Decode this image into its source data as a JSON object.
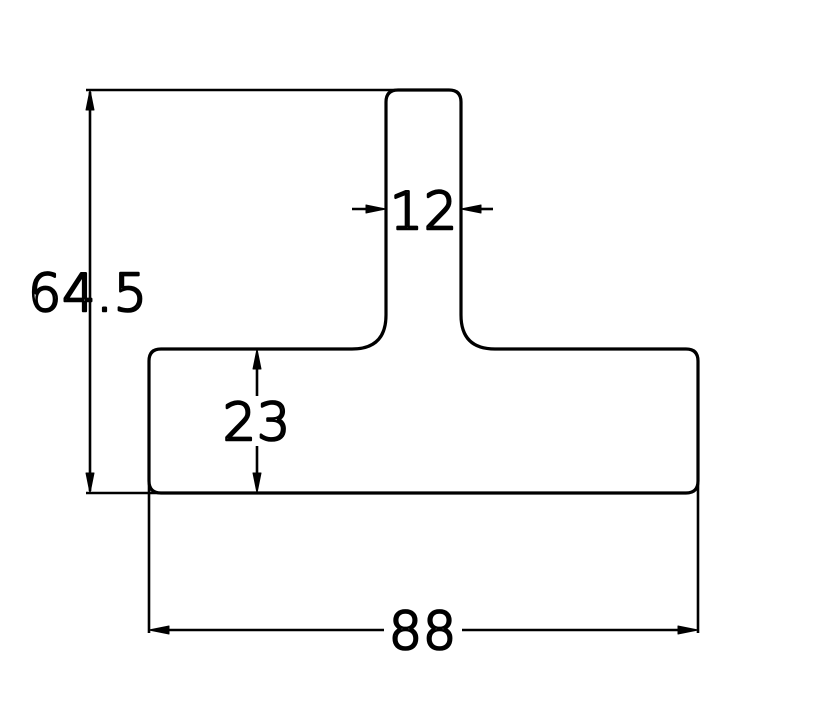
{
  "colors": {
    "line": "#000000",
    "background": "#ffffff"
  },
  "dimensions": {
    "total_height": "64.5",
    "stem_width": "12",
    "flange_height": "23",
    "total_width": "88"
  }
}
